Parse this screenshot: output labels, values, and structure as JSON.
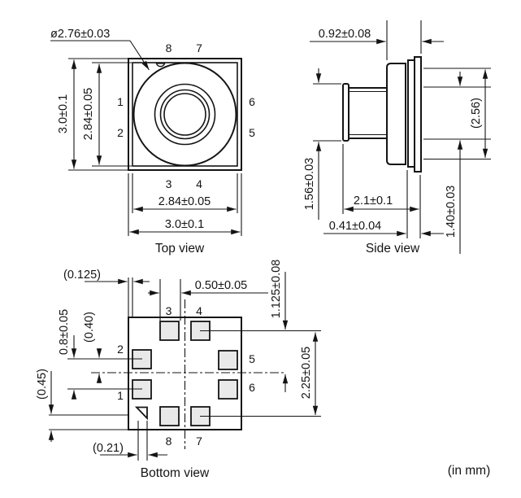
{
  "units_note": "(in mm)",
  "pins": {
    "1": "1",
    "2": "2",
    "3": "3",
    "4": "4",
    "5": "5",
    "6": "6",
    "7": "7",
    "8": "8"
  },
  "line_color": "#141414",
  "pad_color": "#e9e9e9",
  "views": {
    "top": {
      "label": "Top view",
      "dims": {
        "outer_height": "3.0±0.1",
        "inner_height": "2.84±0.05",
        "inner_width": "2.84±0.05",
        "outer_width": "3.0±0.1",
        "lid_opening_diameter": "ø2.76±0.03"
      }
    },
    "side": {
      "label": "Side view",
      "dims": {
        "head_length": "0.92±0.08",
        "body_diameter": "(2.56)",
        "port_flange_diameter": "1.56±0.03",
        "overall_length": "2.1±0.1",
        "substrate_thickness": "0.41±0.04",
        "port_diameter": "1.40±0.03"
      }
    },
    "bottom": {
      "label": "Bottom view",
      "dims": {
        "pad_edge_gap": "(0.125)",
        "pad_size": "0.50±0.05",
        "side_pad_pitch": "0.8±0.05",
        "side_pad_half_pitch": "(0.40)",
        "index_corner_offset": "(0.45)",
        "index_mark_width": "(0.21)",
        "row_half_pitch": "1.125±0.08",
        "row_pitch": "2.25±0.05"
      }
    }
  }
}
